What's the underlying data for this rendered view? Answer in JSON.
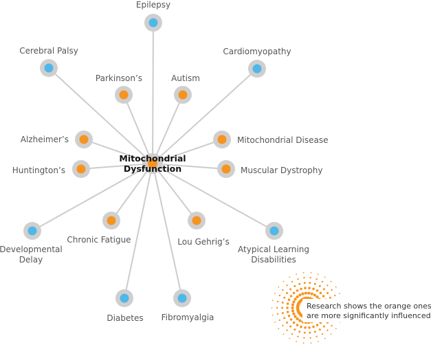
{
  "colors": {
    "line": "#cccccc",
    "ring": "#cfcfcf",
    "orange": "#f7931e",
    "blue": "#4fb8e8",
    "sunburst": "#f7931e"
  },
  "center": {
    "label_line1": "Mitochondrial",
    "label_line2": "Dysfunction",
    "color": "orange"
  },
  "nodes": [
    {
      "id": "epilepsy",
      "lines": [
        "Epilepsy"
      ],
      "color": "blue"
    },
    {
      "id": "cerebral-palsy",
      "lines": [
        "Cerebral Palsy"
      ],
      "color": "blue"
    },
    {
      "id": "cardiomyopathy",
      "lines": [
        "Cardiomyopathy"
      ],
      "color": "blue"
    },
    {
      "id": "parkinsons",
      "lines": [
        "Parkinson’s"
      ],
      "color": "orange"
    },
    {
      "id": "autism",
      "lines": [
        "Autism"
      ],
      "color": "orange"
    },
    {
      "id": "alzheimers",
      "lines": [
        "Alzheimer’s"
      ],
      "color": "orange"
    },
    {
      "id": "mitochondrial-disease",
      "lines": [
        "Mitochondrial Disease"
      ],
      "color": "orange"
    },
    {
      "id": "huntingtons",
      "lines": [
        "Huntington’s"
      ],
      "color": "orange"
    },
    {
      "id": "muscular-dystrophy",
      "lines": [
        "Muscular Dystrophy"
      ],
      "color": "orange"
    },
    {
      "id": "developmental-delay",
      "lines": [
        "Developmental",
        "Delay"
      ],
      "color": "blue"
    },
    {
      "id": "chronic-fatigue",
      "lines": [
        "Chronic Fatigue"
      ],
      "color": "orange"
    },
    {
      "id": "lou-gehrigs",
      "lines": [
        "Lou Gehrig’s"
      ],
      "color": "orange"
    },
    {
      "id": "atypical-learning-disabilities",
      "lines": [
        "Atypical Learning",
        "Disabilities"
      ],
      "color": "blue"
    },
    {
      "id": "diabetes",
      "lines": [
        "Diabetes"
      ],
      "color": "blue"
    },
    {
      "id": "fibromyalgia",
      "lines": [
        "Fibromyalgia"
      ],
      "color": "blue"
    }
  ],
  "note": {
    "line1": "Research shows the orange ones",
    "line2": "are more significantly influenced"
  }
}
